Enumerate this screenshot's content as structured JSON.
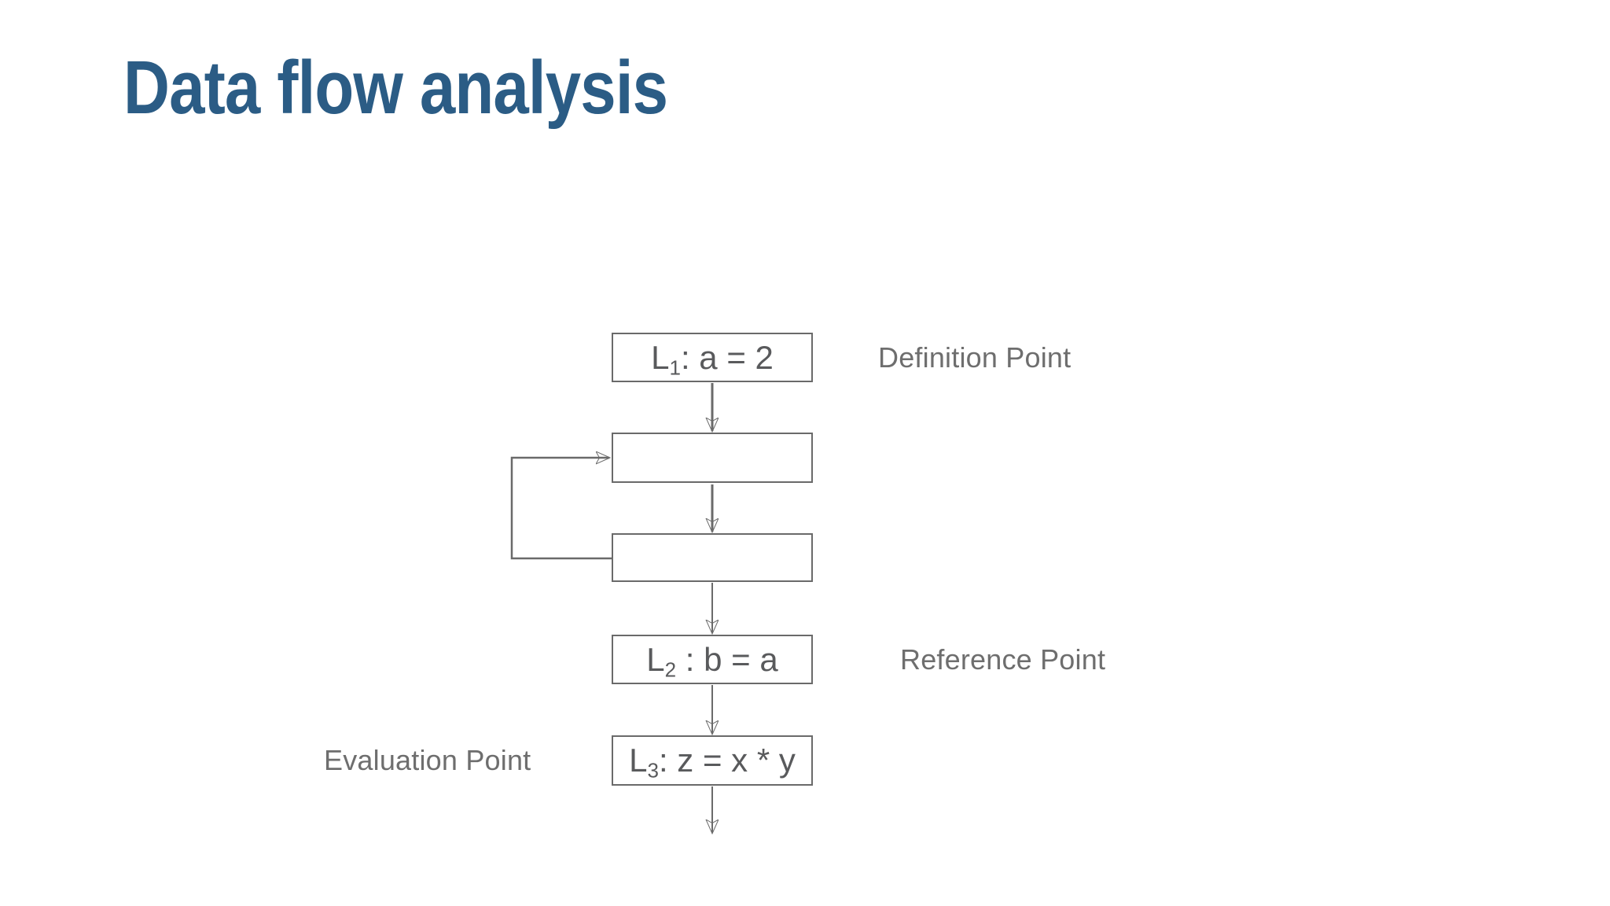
{
  "slide": {
    "title": "Data flow analysis"
  },
  "colors": {
    "title_color": "#2b5c85",
    "line_color": "#6a6a6a",
    "box_text_color": "#595a5c",
    "label_color": "#6e6e6e",
    "bg_color": "#ffffff"
  },
  "diagram": {
    "boxes": [
      {
        "name": "L1",
        "prefix": "L",
        "sub": "1",
        "rest": ": a = 2"
      },
      {
        "name": "empty-1",
        "prefix": "",
        "sub": "",
        "rest": ""
      },
      {
        "name": "empty-2",
        "prefix": "",
        "sub": "",
        "rest": ""
      },
      {
        "name": "L2",
        "prefix": "L",
        "sub": "2",
        "rest": " : b = a"
      },
      {
        "name": "L3",
        "prefix": "L",
        "sub": "3",
        "rest": ": z = x * y"
      }
    ],
    "labels": {
      "definition": "Definition Point",
      "reference": "Reference Point",
      "evaluation": "Evaluation Point"
    }
  }
}
